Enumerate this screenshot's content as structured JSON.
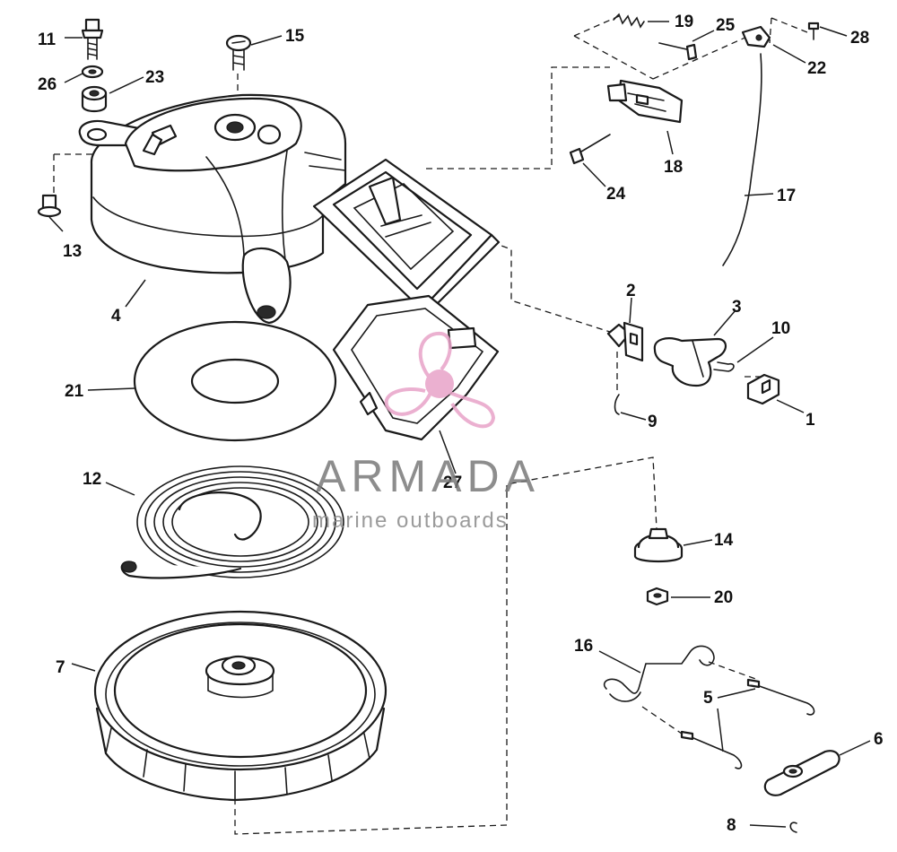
{
  "watermark": {
    "brand": "ARMADA",
    "tagline": "marine outboards",
    "accent_color": "#e8a3c8",
    "text_color": "#7a7a7a"
  },
  "callouts": {
    "c1": "1",
    "c2": "2",
    "c3": "3",
    "c4": "4",
    "c5": "5",
    "c6": "6",
    "c7": "7",
    "c8": "8",
    "c9": "9",
    "c10": "10",
    "c11": "11",
    "c12": "12",
    "c13": "13",
    "c14": "14",
    "c15": "15",
    "c16": "16",
    "c17": "17",
    "c18": "18",
    "c19": "19",
    "c20": "20",
    "c21": "21",
    "c22": "22",
    "c23": "23",
    "c24": "24",
    "c25": "25",
    "c26": "26",
    "c27": "27",
    "c28": "28"
  }
}
